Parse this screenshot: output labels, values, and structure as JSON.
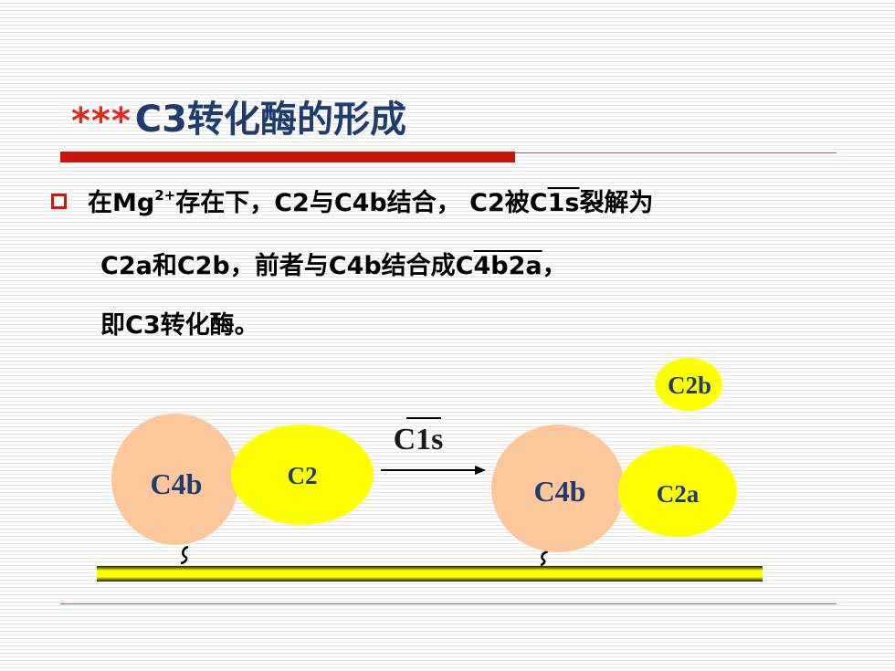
{
  "title": {
    "stars": "***",
    "text": "C3转化酶的形成"
  },
  "paragraph": {
    "l1_a": "在Mg",
    "l1_sup": "2+",
    "l1_b": "存在下，C2与C4b结合， C2被C",
    "l1_over": "1s",
    "l1_c": "裂解为",
    "l2_a": "C2a和C2b，前者与C4b结合成C",
    "l2_over": "4b2a",
    "l2_b": "，",
    "l3": "即C3转化酶。"
  },
  "diagram": {
    "left_c4b": "C4b",
    "left_c2": "C2",
    "arrow_label": "C1s",
    "right_c4b": "C4b",
    "right_c2a": "C2a",
    "released_c2b": "C2b",
    "colors": {
      "c4b": "#fbc79b",
      "c2": "#ffff00",
      "label": "#1f3c6e",
      "membrane": "#ffff00"
    }
  }
}
